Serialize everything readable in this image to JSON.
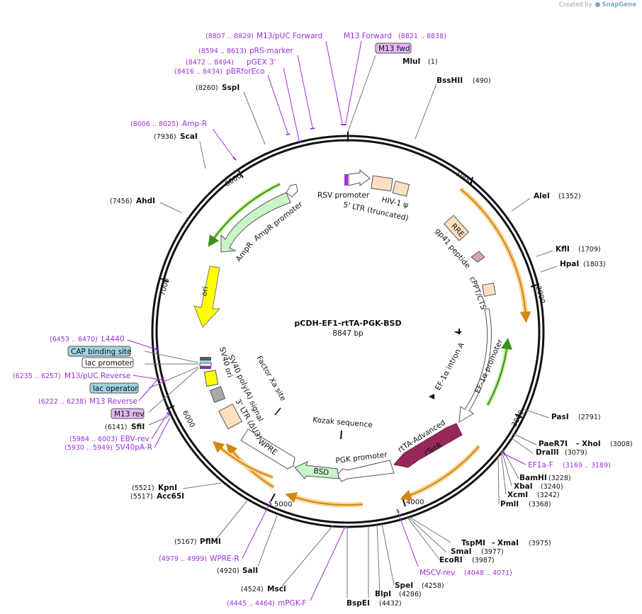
{
  "credit": {
    "prefix": "Created by",
    "brand": "SnapGene"
  },
  "map": {
    "name": "pCDH-EF1-rtTA-PGK-BSD",
    "length": "8847 bp"
  },
  "ticks": [
    "1000",
    "2000",
    "3000",
    "4000",
    "5000",
    "6000",
    "7000",
    "8000"
  ],
  "features": {
    "rsv": "RSV promoter",
    "ltr5": "5' LTR (truncated)",
    "hiv": "HIV-1 ψ",
    "rre": "RRE",
    "gp41": "gp41 peptide",
    "cppt": "cPPT/CTS",
    "intron": "EF-1α intron A",
    "ef1a": "EF-1α promoter",
    "rtta_adv": "rtTA-Advanced",
    "rtetr": "rTetR",
    "kozak": "Kozak sequence",
    "pgk": "PGK promoter",
    "bsd": "BSD",
    "wpre": "WPRE",
    "ltr3": "3' LTR (ΔU3)",
    "sv40polya": "SV40 poly(A) signal",
    "sv40ori": "SV40 ori",
    "factorxa": "Factor Xa site",
    "ori": "ori",
    "ampr": "AmpR",
    "amprp": "AmpR promoter"
  },
  "sites": {
    "mlui": {
      "name": "MluI",
      "pos": "(1)"
    },
    "bsshii": {
      "name": "BssHII",
      "pos": "(490)"
    },
    "alei": {
      "name": "AleI",
      "pos": "(1352)"
    },
    "kfli": {
      "name": "KflI",
      "pos": "(1709)"
    },
    "hpai": {
      "name": "HpaI",
      "pos": "(1803)"
    },
    "pasi": {
      "name": "PasI",
      "pos": "(2791)"
    },
    "paer7i": {
      "name": "PaeR7I",
      "sep": "- XhoI",
      "pos": "(3008)"
    },
    "draiii": {
      "name": "DraIII",
      "pos": "(3079)"
    },
    "bamhi": {
      "name": "BamHI",
      "pos": "(3228)"
    },
    "xbai": {
      "name": "XbaI",
      "pos": "(3240)"
    },
    "xcmi": {
      "name": "XcmI",
      "pos": "(3242)"
    },
    "pmli": {
      "name": "PmlI",
      "pos": "(3368)"
    },
    "tspmi": {
      "name": "TspMI",
      "sep": "- XmaI",
      "pos": "(3975)"
    },
    "smai": {
      "name": "SmaI",
      "pos": "(3977)"
    },
    "ecori": {
      "name": "EcoRI",
      "pos": "(3987)"
    },
    "spei": {
      "name": "SpeI",
      "pos": "(4258)"
    },
    "blpi": {
      "name": "BlpI",
      "pos": "(4286)"
    },
    "bspei": {
      "name": "BspEI",
      "pos": "(4432)"
    },
    "msci": {
      "name": "MscI",
      "pos": "(4524)"
    },
    "sali": {
      "name": "SalI",
      "pos": "(4920)"
    },
    "pflmi": {
      "name": "PflMI",
      "pos": "(5167)"
    },
    "kpni": {
      "name": "KpnI",
      "pos": "(5521)"
    },
    "acc65i": {
      "name": "Acc65I",
      "pos": "(5517)"
    },
    "sfii": {
      "name": "SfiI",
      "pos": "(6141)"
    },
    "ahdi": {
      "name": "AhdI",
      "pos": "(7456)"
    },
    "scai": {
      "name": "ScaI",
      "pos": "(7936)"
    },
    "sspi": {
      "name": "SspI",
      "pos": "(8260)"
    }
  },
  "primers": {
    "m13puc_fwd": {
      "name": "M13/pUC Forward",
      "pos": "(8807 .. 8829)"
    },
    "m13_fwd": {
      "name": "M13 Forward",
      "pos": "(8821 .. 8838)"
    },
    "prs": {
      "name": "pRS-marker",
      "pos": "(8594 .. 8613)"
    },
    "pgex3": {
      "name": "pGEX 3'",
      "pos": "(8472 .. 8494)"
    },
    "pbr": {
      "name": "pBRforEco",
      "pos": "(8416 .. 8434)"
    },
    "ampr": {
      "name": "Amp-R",
      "pos": "(8006 .. 8025)"
    },
    "l4440": {
      "name": "L4440",
      "pos": "(6453 .. 6470)"
    },
    "m13puc_rev": {
      "name": "M13/pUC Reverse",
      "pos": "(6235 .. 6257)"
    },
    "m13_rev": {
      "name": "M13 Reverse",
      "pos": "(6222 .. 6238)"
    },
    "ebv": {
      "name": "EBV-rev",
      "pos": "(5984 .. 6003)"
    },
    "sv40pa": {
      "name": "SV40pA-R",
      "pos": "(5930 .. 5949)"
    },
    "ef1af": {
      "name": "EF1a-F",
      "pos": "(3169 .. 3189)"
    },
    "mscv": {
      "name": "MSCV-rev",
      "pos": "(4048 .. 4071)"
    },
    "wpre": {
      "name": "WPRE-R",
      "pos": "(4979 .. 4999)"
    },
    "mpgk": {
      "name": "mPGK-F",
      "pos": "(4445 .. 4464)"
    }
  },
  "boxes": {
    "m13fwd": "M13 fwd",
    "cap": "CAP binding site",
    "lacp": "lac promoter",
    "laco": "lac operator",
    "m13rev": "M13 rev"
  },
  "colors": {
    "primer": "#9b30d9",
    "orf": "#f4a623",
    "orf_glow": "#f8d69a",
    "green_arrow": "#78c83c",
    "ampr_fill": "#c9f5c9",
    "ori_fill": "#ffff00",
    "rtetr_fill": "#99285a",
    "bsd_fill": "#c9f5c9",
    "ltr_fill": "#fde0c0",
    "cap_fill": "#9fd3e0",
    "m13_fill": "#e3b7f3"
  }
}
